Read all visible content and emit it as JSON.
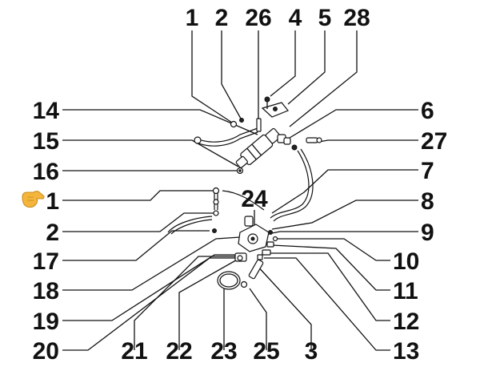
{
  "callouts": {
    "top": [
      "1",
      "2",
      "26",
      "4",
      "5",
      "28"
    ],
    "left": [
      "14",
      "15",
      "16",
      "1",
      "2",
      "17",
      "18",
      "19",
      "20"
    ],
    "right": [
      "6",
      "27",
      "7",
      "8",
      "9",
      "10",
      "11",
      "12",
      "13"
    ],
    "bottom": [
      "21",
      "22",
      "23",
      "25",
      "3"
    ],
    "center": "24"
  },
  "marker": {
    "icon": "pointing-hand-icon",
    "color": "#f3b53c"
  }
}
